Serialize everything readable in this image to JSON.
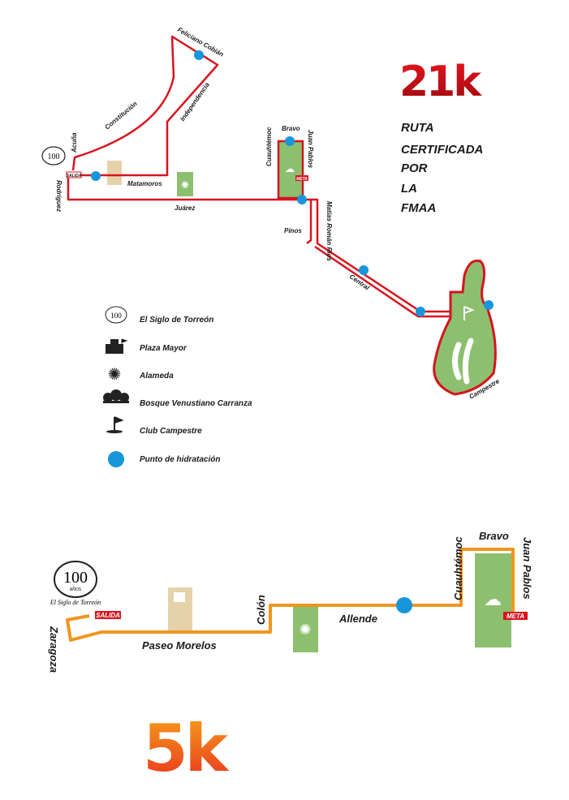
{
  "route21k": {
    "title": "21k",
    "subtitle_lines": [
      "RUTA",
      "CERTIFICADA",
      "POR",
      "LA",
      "FMAA"
    ],
    "streets": {
      "feliciano": "Feliciano Cobián",
      "constitucion": "Constitución",
      "independencia": "Independencia",
      "acuna": "Acuña",
      "rodriguez": "Rodríguez",
      "matamoros": "Matamoros",
      "juarez": "Juárez",
      "cuauhtemoc": "Cuauhtémoc",
      "bravo": "Bravo",
      "juan_pablos": "Juan Pablos",
      "matias": "Matías Román Ríos",
      "pinos": "Pinos",
      "central": "Central",
      "campestre": "Campestre"
    },
    "start": "SALIDA",
    "finish": "META",
    "color": "#d7141e"
  },
  "legend": {
    "items": [
      {
        "icon": "siglo-logo-icon",
        "label": "El Siglo de Torreón"
      },
      {
        "icon": "plaza-mayor-icon",
        "label": "Plaza Mayor"
      },
      {
        "icon": "ferris-wheel-icon",
        "label": "Alameda"
      },
      {
        "icon": "trees-icon",
        "label": "Bosque Venustiano Carranza"
      },
      {
        "icon": "golf-flag-icon",
        "label": "Club Campestre"
      },
      {
        "icon": "hydration-dot-icon",
        "label": "Punto de hidratación"
      }
    ]
  },
  "route5k": {
    "title": "5k",
    "streets": {
      "zaragoza": "Zaragoza",
      "paseo": "Paseo Morelos",
      "colon": "Colón",
      "allende": "Allende",
      "cuauhtemoc": "Cuauhtémoc",
      "bravo": "Bravo",
      "juan_pablos": "Juan Pablos"
    },
    "start": "SALIDA",
    "finish": "META",
    "color": "#f0961e"
  },
  "logo": {
    "number": "100",
    "years": "AÑOS",
    "name": "El Siglo de Torreón"
  },
  "colors": {
    "hydration": "#1796dc",
    "park": "#8cc06e",
    "plaza": "#e6d2aa"
  }
}
